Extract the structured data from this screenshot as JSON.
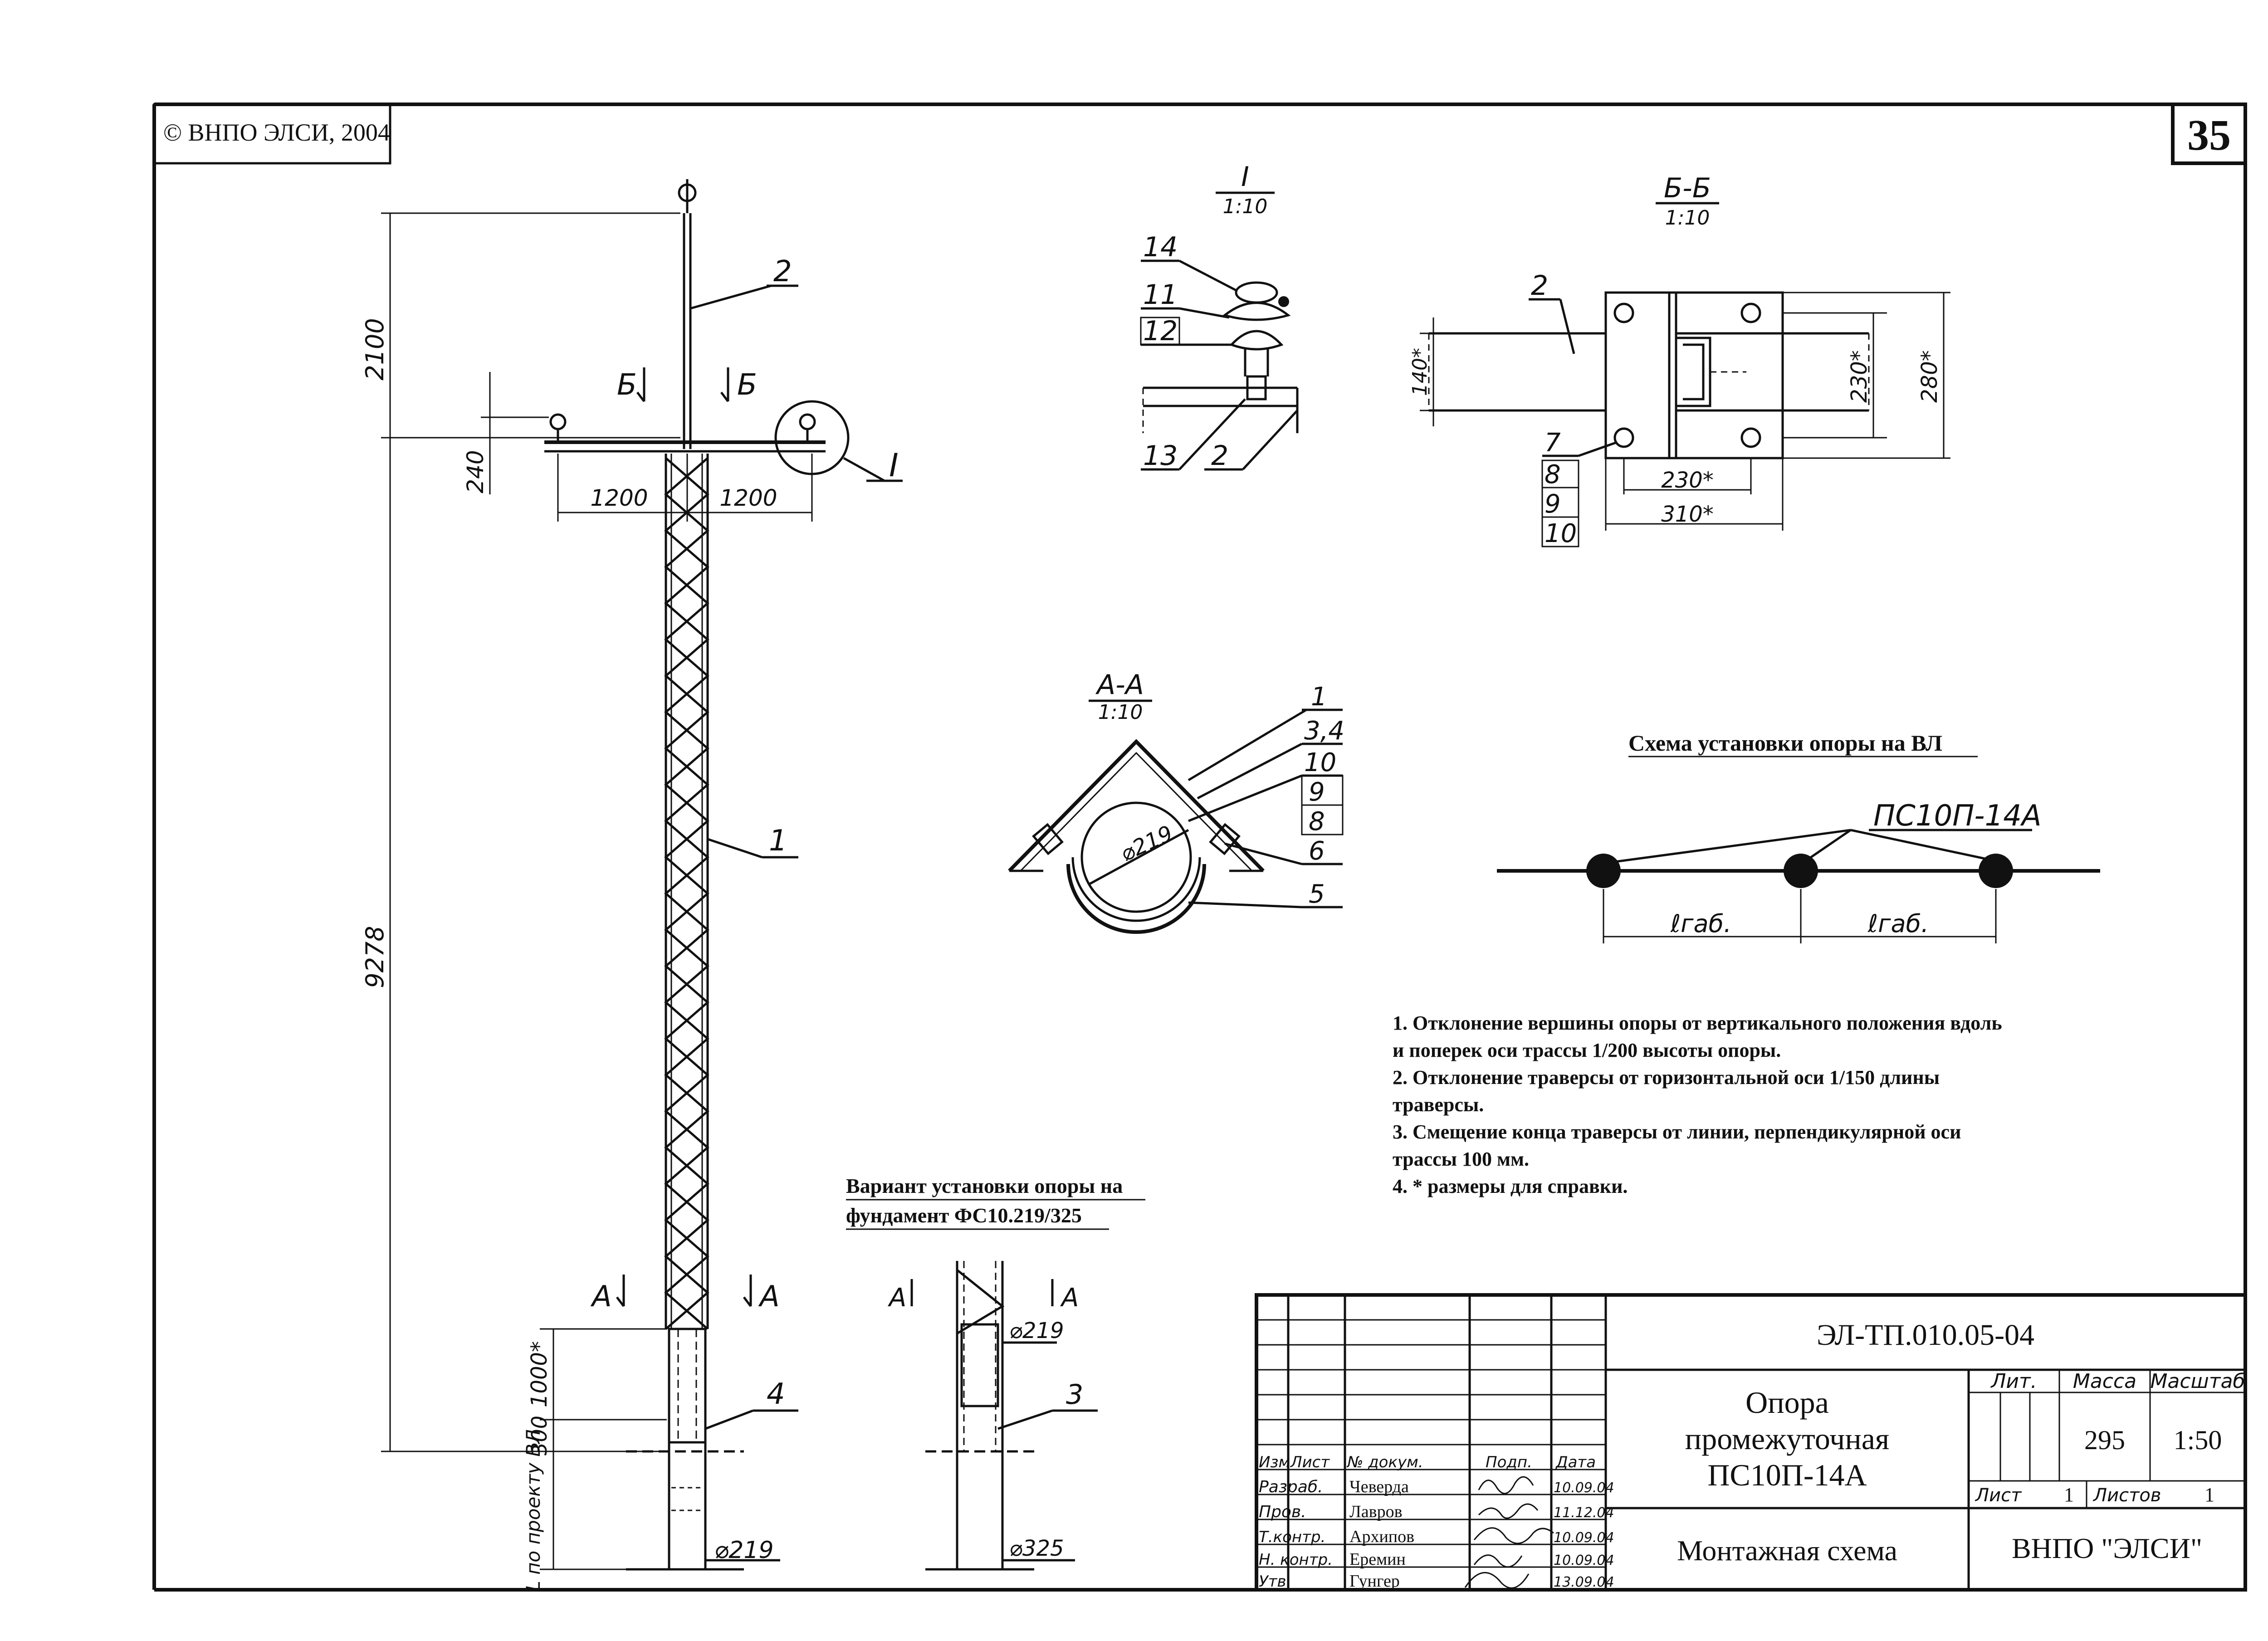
{
  "copyright": "© ВНПО ЭЛСИ, 2004",
  "sheet_number": "35",
  "main_view": {
    "dim_top": "2100",
    "dim_main": "9278",
    "dim_cross": "240",
    "dim_left_arm": "1200",
    "dim_right_arm": "1200",
    "dim_base": "1000*",
    "dim_300": "300",
    "dim_L": "L по проекту ВЛ",
    "diameter": "⌀219",
    "label_2": "2",
    "label_1": "1",
    "label_4": "4",
    "label_I": "I",
    "section_b_left": "Б",
    "section_b_right": "Б",
    "section_a_left": "А",
    "section_a_right": "А"
  },
  "view_I": {
    "title": "I",
    "scale": "1:10",
    "labels": [
      "14",
      "11",
      "12",
      "13",
      "2"
    ]
  },
  "view_BB": {
    "title": "Б-Б",
    "scale": "1:10",
    "labels": [
      "2",
      "7",
      "8",
      "9",
      "10"
    ],
    "dim_140": "140*",
    "dim_230v": "230*",
    "dim_280": "280*",
    "dim_230h": "230*",
    "dim_310": "310*"
  },
  "view_AA": {
    "title": "А-А",
    "scale": "1:10",
    "labels": [
      "1",
      "3,4",
      "10",
      "9",
      "8",
      "6",
      "5"
    ],
    "diameter": "⌀219"
  },
  "scheme": {
    "title": "Схема установки опоры на ВЛ",
    "support": "ПС10П-14А",
    "span1": "ℓгаб.",
    "span2": "ℓгаб."
  },
  "notes": [
    "1. Отклонение вершины опоры от вертикального положения вдоль",
    "и поперек оси трассы 1/200 высоты опоры.",
    "2. Отклонение траверсы от горизонтальной оси 1/150 длины",
    "траверсы.",
    "3. Смещение конца траверсы от линии, перпендикулярной оси",
    "трассы 100 мм.",
    "4. * размеры для справки."
  ],
  "variant": {
    "title_line1": "Вариант установки опоры на",
    "title_line2": "фундамент ФС10.219/325",
    "section_a_left": "А",
    "section_a_right": "А",
    "diameter_top": "⌀219",
    "diameter_bottom": "⌀325",
    "label_3": "3"
  },
  "title_block": {
    "doc_code": "ЭЛ-ТП.010.05-04",
    "name_line1": "Опора",
    "name_line2": "промежуточная",
    "name_line3": "ПС10П-14А",
    "subtitle": "Монтажная схема",
    "organization": "ВНПО \"ЭЛСИ\"",
    "col_lit": "Лит.",
    "col_mass": "Масса",
    "col_scale": "Масштаб",
    "mass": "295",
    "scale": "1:50",
    "sheet_label": "Лист",
    "sheet_value": "1",
    "sheets_label": "Листов",
    "sheets_value": "1",
    "header": [
      "Изм",
      "Лист",
      "№ докум.",
      "Подп.",
      "Дата"
    ],
    "rows": [
      {
        "role": "Разраб.",
        "name": "Чеверда",
        "date": "10.09.04"
      },
      {
        "role": "Пров.",
        "name": "Лавров",
        "date": "11.12.04"
      },
      {
        "role": "Т.контр.",
        "name": "Архипов",
        "date": "10.09.04"
      },
      {
        "role": "",
        "name": "",
        "date": ""
      },
      {
        "role": "Н. контр.",
        "name": "Еремин",
        "date": "10.09.04"
      },
      {
        "role": "Утв.",
        "name": "Гунгер",
        "date": "13.09.04"
      }
    ]
  }
}
